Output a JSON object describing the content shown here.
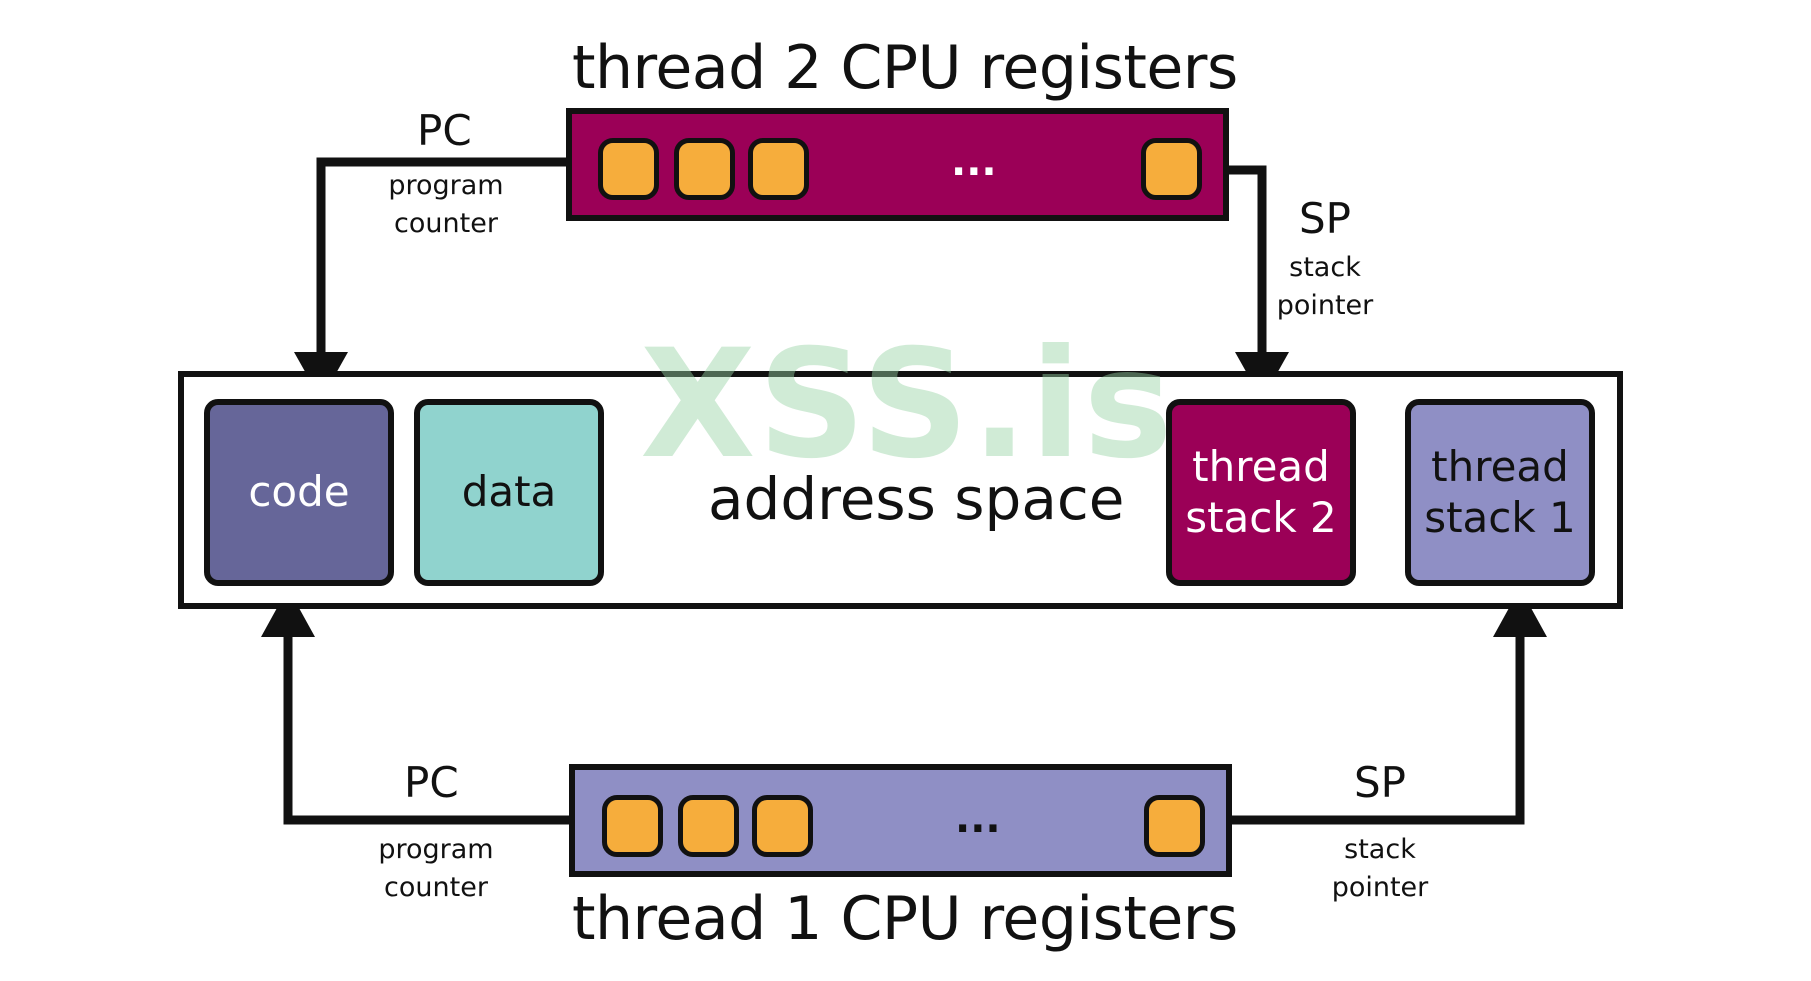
{
  "thread2": {
    "title": "thread 2 CPU registers",
    "pc_abbr": "PC",
    "pc_desc": "program counter",
    "sp_abbr": "SP",
    "sp_desc": "stack pointer",
    "ellipsis": "...",
    "bar_color": "#9b0057"
  },
  "thread1": {
    "title": "thread 1 CPU registers",
    "pc_abbr": "PC",
    "pc_desc": "program counter",
    "sp_abbr": "SP",
    "sp_desc": "stack pointer",
    "ellipsis": "...",
    "bar_color": "#8f8fc5"
  },
  "address_space": {
    "label": "address space",
    "segments": {
      "code": {
        "label": "code",
        "color": "#666699"
      },
      "data": {
        "label": "data",
        "color": "#90d3ce"
      },
      "stack2": {
        "line1": "thread",
        "line2": "stack 2",
        "color": "#9b0057"
      },
      "stack1": {
        "line1": "thread",
        "line2": "stack 1",
        "color": "#8f8fc5"
      }
    }
  },
  "register_color": "#f6ad3c",
  "watermark": "XSS.is"
}
